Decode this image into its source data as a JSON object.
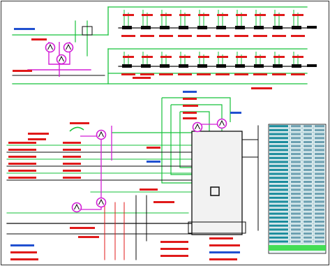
{
  "drawing": {
    "type": "piping-schematic",
    "background": "#ffffff",
    "colors": {
      "pipe_main": "#16c23a",
      "pipe_secondary": "#0a0a0a",
      "pipe_magenta": "#d21fd6",
      "label_red": "#e01a1a",
      "label_blue": "#2050d0",
      "table_header": "#1a8c9c",
      "table_cell": "#e8f4f6",
      "legend_green": "#44dd55",
      "tank_fill": "#f2f2f2"
    },
    "upper_manifold_rows": 2,
    "terminals_per_row": 10,
    "pumps": [
      {
        "name": "pump-upper-1"
      },
      {
        "name": "pump-upper-2"
      },
      {
        "name": "pump-upper-3"
      },
      {
        "name": "pump-mid-1"
      },
      {
        "name": "pump-mid-2"
      },
      {
        "name": "pump-mid-3"
      },
      {
        "name": "pump-lower-1"
      },
      {
        "name": "pump-lower-2"
      }
    ],
    "text_legible": false
  },
  "equipment_table": {
    "rows": 30,
    "columns": 4
  }
}
